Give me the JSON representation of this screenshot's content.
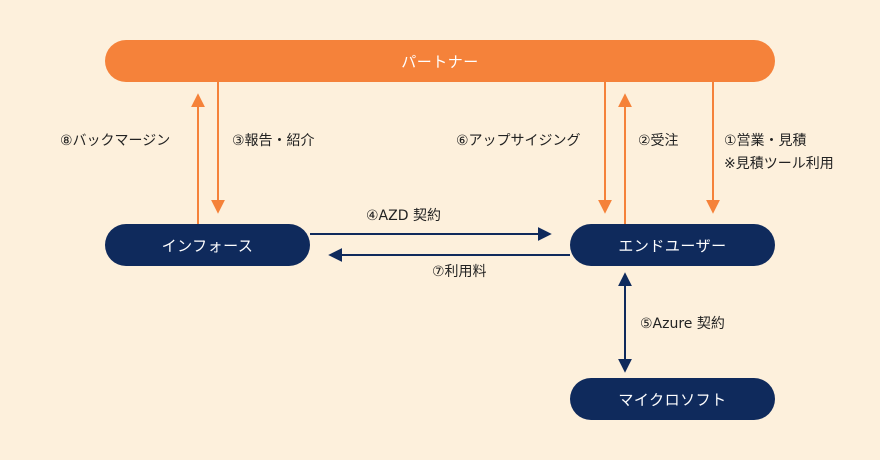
{
  "colors": {
    "background": "#fdf0dc",
    "orange": "#f5823a",
    "navy": "#0f2a5c"
  },
  "nodes": {
    "partner": "パートナー",
    "infoforce": "インフォース",
    "end_user": "エンドユーザー",
    "microsoft": "マイクロソフト"
  },
  "edges": {
    "e1_line1": "①営業・見積",
    "e1_line2": "※見積ツール利用",
    "e2": "②受注",
    "e3": "③報告・紹介",
    "e4": "④AZD 契約",
    "e5": "⑤Azure 契約",
    "e6": "⑥アップサイジング",
    "e7": "⑦利用料",
    "e8": "⑧バックマージン"
  }
}
